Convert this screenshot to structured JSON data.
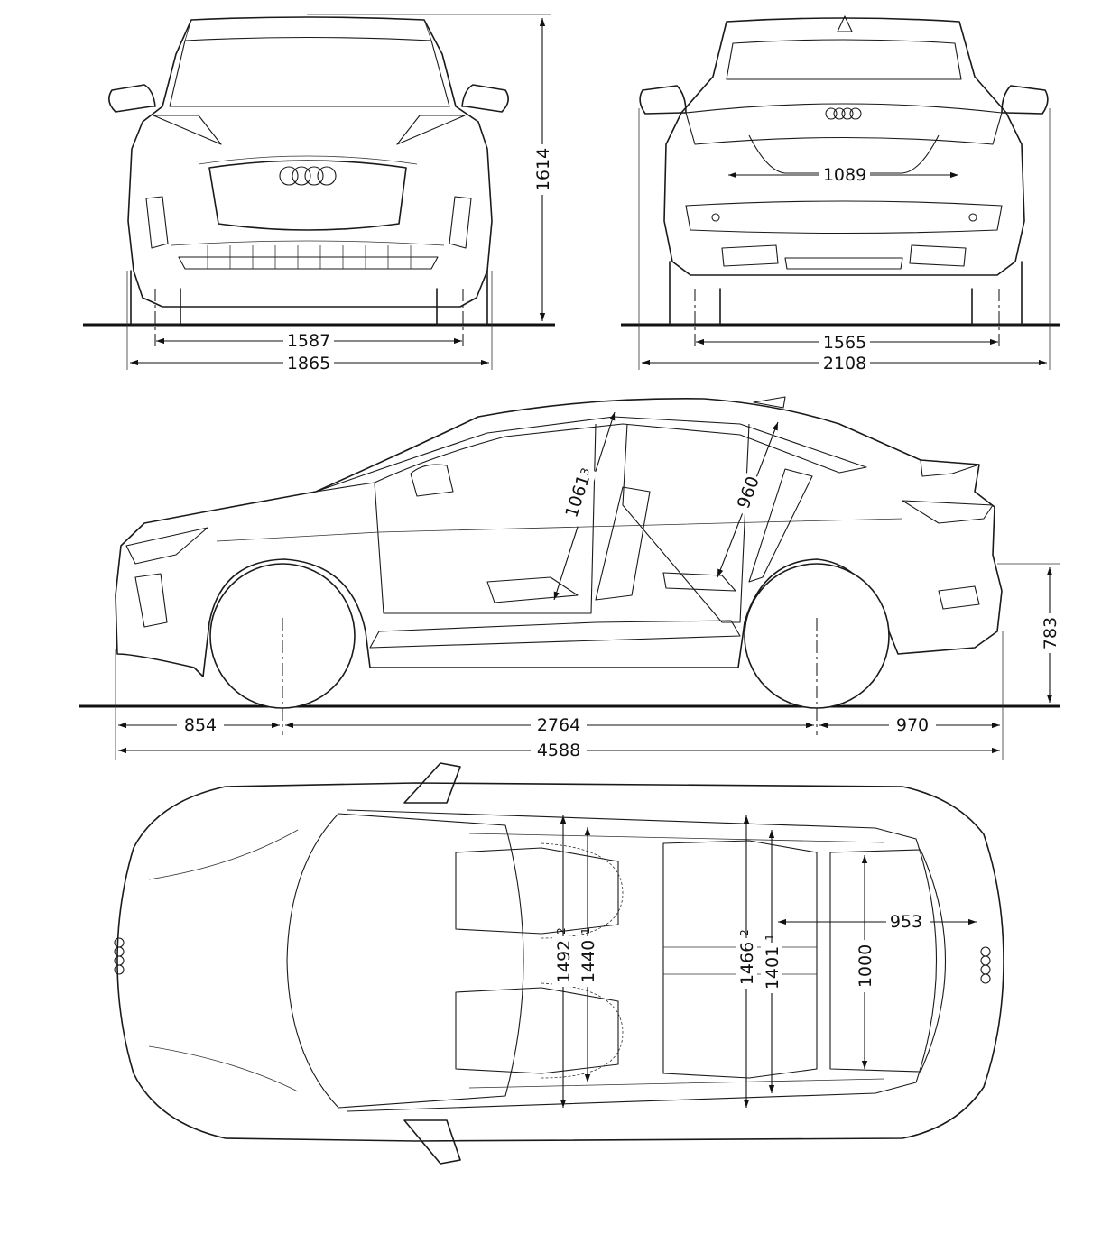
{
  "front_view": {
    "height": "1614",
    "track": "1587",
    "width": "1865"
  },
  "rear_view": {
    "trunk_width": "1089",
    "track": "1565",
    "width_with_mirrors": "2108"
  },
  "side_view": {
    "front_headroom": "1061",
    "front_headroom_note": "3",
    "rear_headroom": "960",
    "loading_height": "783",
    "front_overhang": "854",
    "wheelbase": "2764",
    "rear_overhang": "970",
    "length": "4588"
  },
  "top_view": {
    "front_shoulder_width": "1492",
    "front_shoulder_note": "2",
    "front_elbow_width": "1440",
    "front_elbow_note": "1",
    "rear_shoulder_width": "1466",
    "rear_shoulder_note": "2",
    "rear_elbow_width": "1401",
    "rear_elbow_note": "1",
    "trunk_length": "953",
    "trunk_width": "1000"
  }
}
